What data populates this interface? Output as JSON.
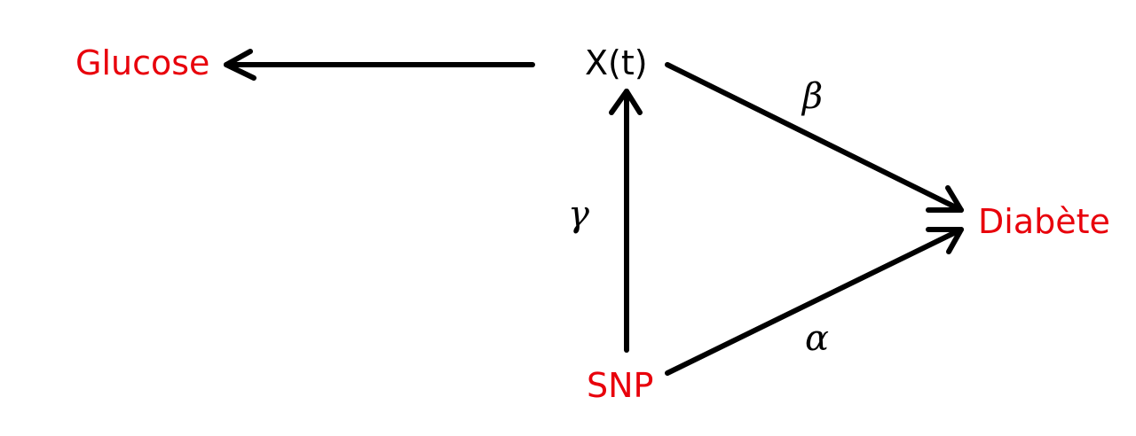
{
  "nodes": {
    "glucose": {
      "label": "Glucose",
      "color": "#e8000b"
    },
    "xt": {
      "label": "X(t)",
      "color": "#000000"
    },
    "diabete": {
      "label": "Diabète",
      "color": "#e8000b"
    },
    "snp": {
      "label": "SNP",
      "color": "#e8000b"
    }
  },
  "edges": {
    "xt_to_glucose": {
      "label": ""
    },
    "xt_to_diabete": {
      "label": "β"
    },
    "snp_to_xt": {
      "label": "γ"
    },
    "snp_to_diabete": {
      "label": "α"
    }
  },
  "colors": {
    "edge": "#000000"
  }
}
